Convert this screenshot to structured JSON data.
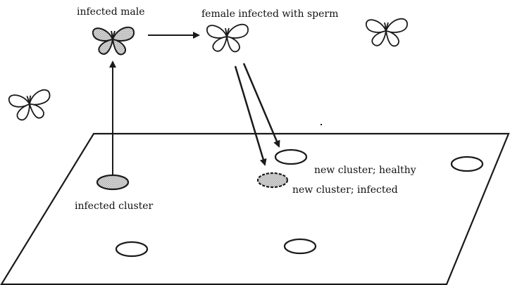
{
  "labels": {
    "infected_male": "infected male",
    "female_infected": "female infected with sperm",
    "infected_cluster": "infected cluster",
    "new_healthy": "new cluster; healthy",
    "new_infected": "new cluster; infected"
  },
  "icons": {
    "butterfly": "butterfly-icon",
    "cluster": "cluster-ellipse"
  },
  "colors": {
    "ink": "#1a1a1a",
    "infected_fill": "#b8b8b8",
    "healthy_fill": "#ffffff"
  }
}
